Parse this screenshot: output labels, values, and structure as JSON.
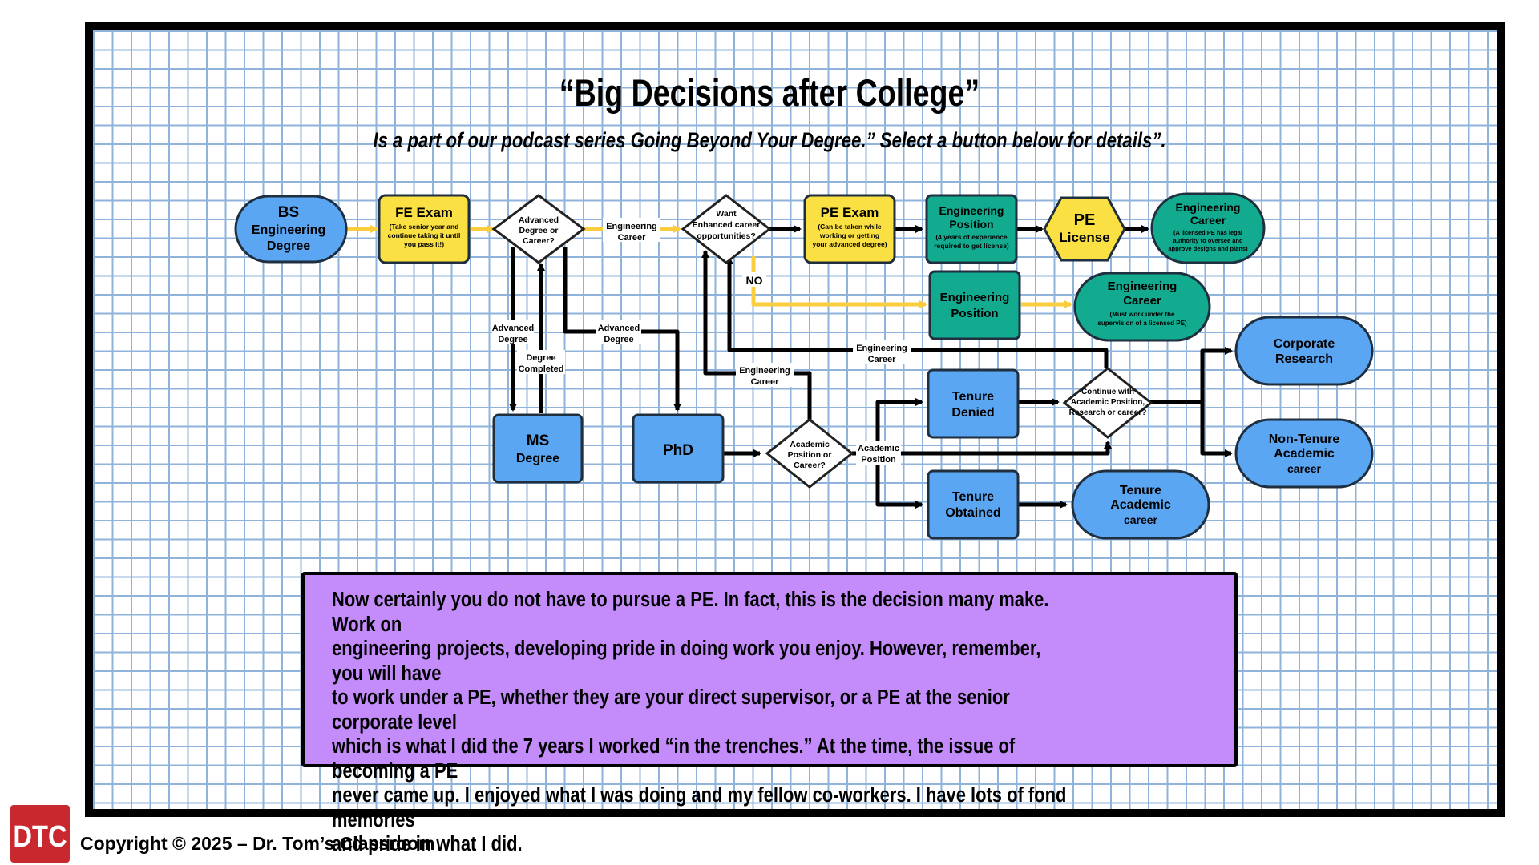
{
  "header": {
    "title": "“Big Decisions after College”",
    "subtitle": "Is a part of our podcast series Going Beyond Your Degree.” Select a button below for details”."
  },
  "colors": {
    "blue": "#5aa6f2",
    "yellow": "#fbe043",
    "teal": "#12ab8f",
    "purple": "#c48cfb",
    "yellow_arrow": "#f9cd3e",
    "logo_red": "#c8282e"
  },
  "nodes": {
    "bs_degree": {
      "title": [
        "BS",
        "Engineering",
        "Degree"
      ]
    },
    "fe_exam": {
      "title": "FE Exam",
      "detail": [
        "(Take senior year and",
        "continue taking it until",
        "you pass it!)"
      ]
    },
    "decision_advanced": {
      "text": [
        "Advanced",
        "Degree or",
        "Career?"
      ]
    },
    "decision_enhanced": {
      "text": [
        "Want",
        "Enhanced career",
        "opportunities?"
      ]
    },
    "pe_exam": {
      "title": "PE Exam",
      "detail": [
        "(Can be taken while",
        "working or getting",
        "your advanced degree)"
      ]
    },
    "eng_position_pe": {
      "title": [
        "Engineering",
        "Position"
      ],
      "detail": [
        "(4 years of experience",
        "required to get license)"
      ]
    },
    "pe_license": {
      "title": [
        "PE",
        "License"
      ]
    },
    "eng_career_pe": {
      "title": [
        "Engineering",
        "Career"
      ],
      "detail": [
        "(A licensed PE has legal",
        "authority to oversee and",
        "approve designs and plans)"
      ]
    },
    "eng_position": {
      "title": [
        "Engineering",
        "Position"
      ]
    },
    "eng_career": {
      "title": [
        "Engineering",
        "Career"
      ],
      "detail": [
        "(Must work under the",
        "supervision of a licensed PE)"
      ]
    },
    "ms_degree": {
      "title": [
        "MS",
        "Degree"
      ]
    },
    "phd": {
      "title": "PhD"
    },
    "decision_academic": {
      "text": [
        "Academic",
        "Position or",
        "Career?"
      ]
    },
    "tenure_denied": {
      "title": [
        "Tenure",
        "Denied"
      ]
    },
    "tenure_obtained": {
      "title": [
        "Tenure",
        "Obtained"
      ]
    },
    "decision_continue": {
      "text": [
        "Continue with",
        "Academic Position,",
        "Research or career?"
      ]
    },
    "corporate_research": {
      "title": [
        "Corporate",
        "Research"
      ]
    },
    "non_tenure": {
      "title": [
        "Non-Tenure",
        "Academic",
        "career"
      ]
    },
    "tenure_career": {
      "title": [
        "Tenure",
        "Academic",
        "career"
      ]
    }
  },
  "edge_labels": {
    "engineering_career_1": [
      "Engineering",
      "Career"
    ],
    "no": "NO",
    "advanced_degree_ms": [
      "Advanced",
      "Degree"
    ],
    "degree_completed": [
      "Degree",
      "Completed"
    ],
    "advanced_degree_phd": [
      "Advanced",
      "Degree"
    ],
    "engineering_career_2": [
      "Engineering",
      "Career"
    ],
    "engineering_career_3": [
      "Engineering",
      "Career"
    ],
    "academic_position": [
      "Academic",
      "Position"
    ]
  },
  "info_box": {
    "text": "Now certainly you do not have to pursue a PE. In fact, this is the decision many make. Work on\nengineering projects, developing pride in doing work you enjoy. However, remember, you will have\nto work under a PE, whether they are your direct supervisor, or a PE at the senior corporate level\nwhich is what I did the 7 years I worked “in the trenches.” At the time, the issue of becoming a PE\nnever came up. I enjoyed what I was doing and my fellow co-workers. I have lots of fond memories\nand pride in what I did."
  },
  "footer": {
    "logo_text": "DTC",
    "copyright": "Copyright © 2025 – Dr. Tom’s Classroom"
  }
}
